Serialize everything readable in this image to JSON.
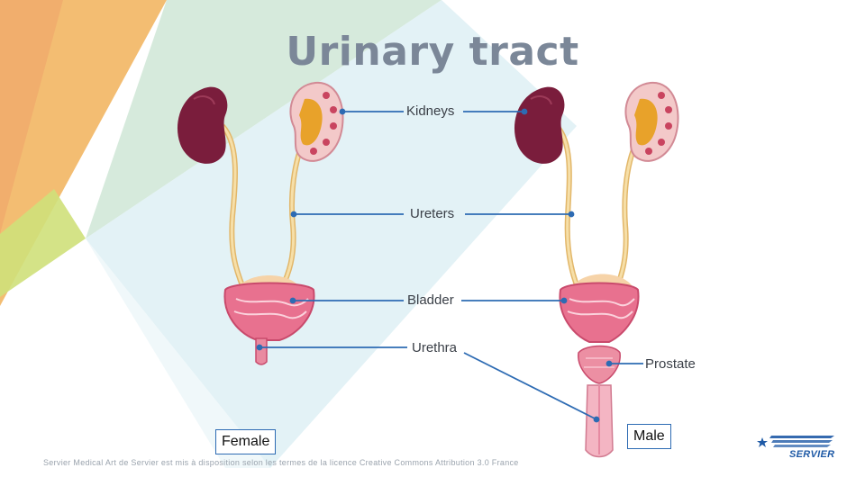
{
  "title": "Urinary tract",
  "labels": {
    "kidneys": "Kidneys",
    "ureters": "Ureters",
    "bladder": "Bladder",
    "urethra": "Urethra",
    "prostate": "Prostate"
  },
  "female_label": "Female",
  "male_label": "Male",
  "footer": "Servier Medical Art de Servier est mis à disposition selon les termes de la licence Creative Commons Attribution 3.0 France",
  "logo_text": "SERVIER",
  "colors": {
    "kidney": "#7a1d3c",
    "ureter": "#f3d79e",
    "bladder": "#e8718f",
    "leader": "#2d6bb3",
    "title": "#7b8798"
  }
}
